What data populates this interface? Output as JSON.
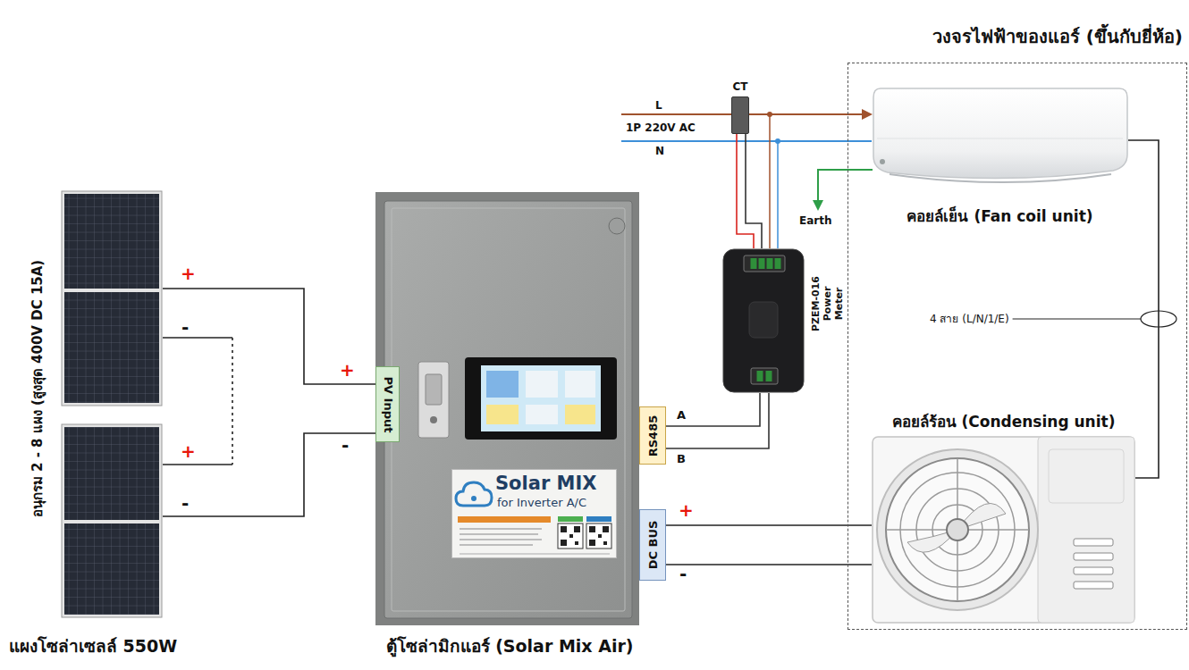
{
  "diagram": {
    "nodes": [
      {
        "text": [
          "วงจรไฟฟ้าของแอร์ (ขึ้นกับยี่ห้อ)"
        ]
      },
      {
        "text": [
          "คอยล์เย็น (Fan coil unit)"
        ],
        "in": 0
      },
      {
        "text": [
          "คอยล์ร้อน (Condensing unit)"
        ],
        "in": 0
      },
      {
        "text": [
          "CT"
        ]
      },
      {
        "text": [
          "PZEM-016 Power Meter"
        ]
      },
      {
        "text": [
          "แผงโซล่าเซลล์ 550W",
          "อนุกรม 2 - 8 แผง (สูงสุด 400V DC 15A)"
        ]
      },
      {
        "text": [
          "ตู้โซล่ามิกแอร์ (Solar Mix Air)"
        ]
      },
      {
        "text": [
          "PV Input"
        ],
        "in": 6
      },
      {
        "text": [
          "Solar MIX",
          "for Inverter A/C"
        ],
        "in": 6
      },
      {
        "text": [
          "RS485"
        ],
        "in": 6
      },
      {
        "text": [
          "DC BUS"
        ],
        "in": 6
      }
    ],
    "edges": [
      {
        "from": 5,
        "to": 7,
        "arrow": "none"
      },
      {
        "from": 5,
        "to": 7,
        "arrow": "none"
      },
      {
        "from": 9,
        "to": 4,
        "label": "A",
        "arrow": "none"
      },
      {
        "from": 9,
        "to": 4,
        "label": "B",
        "arrow": "none"
      },
      {
        "from": 10,
        "to": 2,
        "label": "+",
        "arrow": "none"
      },
      {
        "from": 10,
        "to": 2,
        "label": "-",
        "arrow": "none"
      },
      {
        "from": 1,
        "to": 2,
        "label": "4 สาย (L/N/1/E)",
        "arrow": "none"
      },
      {
        "from": 3,
        "to": 4,
        "arrow": "none"
      },
      {
        "from": 3,
        "to": 4,
        "arrow": "none"
      }
    ],
    "labels": [
      "+",
      "-",
      "+",
      "-",
      "+",
      "-",
      "L",
      "1P 220V AC",
      "N",
      "Earth"
    ]
  }
}
